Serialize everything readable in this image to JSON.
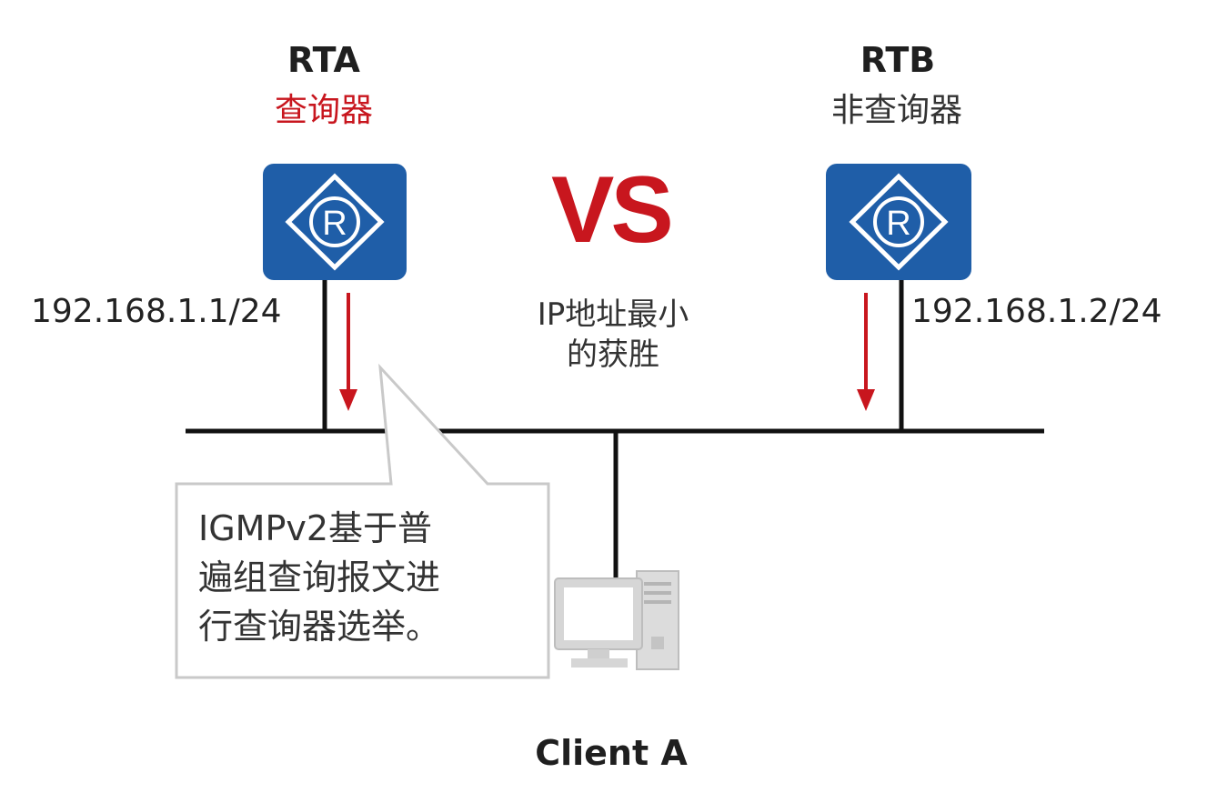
{
  "colors": {
    "querier_red": "#c8161e",
    "router_blue": "#1f5ea8",
    "line_black": "#111111",
    "arrow_red": "#c8161e"
  },
  "routers": {
    "rta": {
      "name": "RTA",
      "role": "查询器",
      "ip": "192.168.1.1/24",
      "icon": "router-icon"
    },
    "rtb": {
      "name": "RTB",
      "role": "非查询器",
      "ip": "192.168.1.2/24",
      "icon": "router-icon"
    }
  },
  "vs_label": "VS",
  "election_note": {
    "line1": "IP地址最小",
    "line2": "的获胜"
  },
  "callout": {
    "line1": "IGMPv2基于普",
    "line2": "遍组查询报文进",
    "line3": "行查询器选举。"
  },
  "client": {
    "label": "Client A",
    "icon": "computer-icon"
  }
}
